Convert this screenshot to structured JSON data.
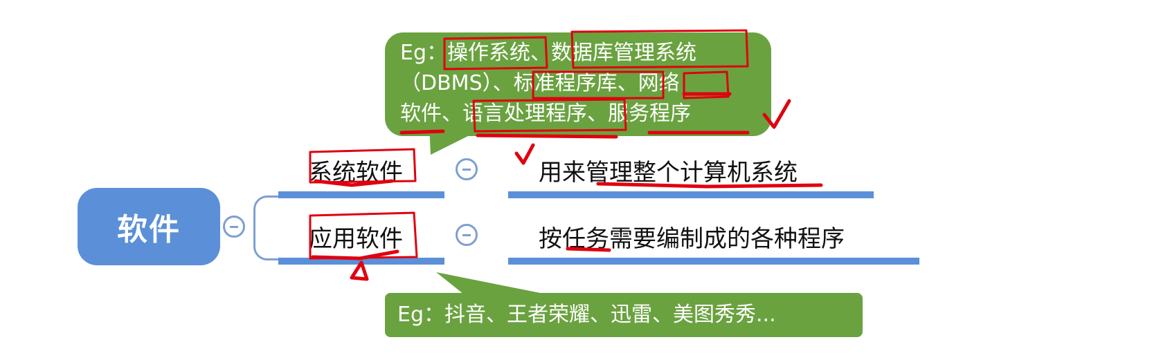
{
  "root": {
    "label": "软件"
  },
  "branches": [
    {
      "label": "系统软件",
      "description": "用来管理整个计算机系统",
      "example_lines": [
        "Eg：操作系统、数据库管理系统",
        "（DBMS）、标准程序库、网络",
        "软件、语言处理程序、服务程序"
      ]
    },
    {
      "label": "应用软件",
      "description": "按任务需要编制成的各种程序",
      "example": "Eg：抖音、王者荣耀、迅雷、美图秀秀..."
    }
  ],
  "colors": {
    "node_blue": "#5b8fd8",
    "callout_green": "#6aa240",
    "annotation_red": "#e0000f"
  }
}
